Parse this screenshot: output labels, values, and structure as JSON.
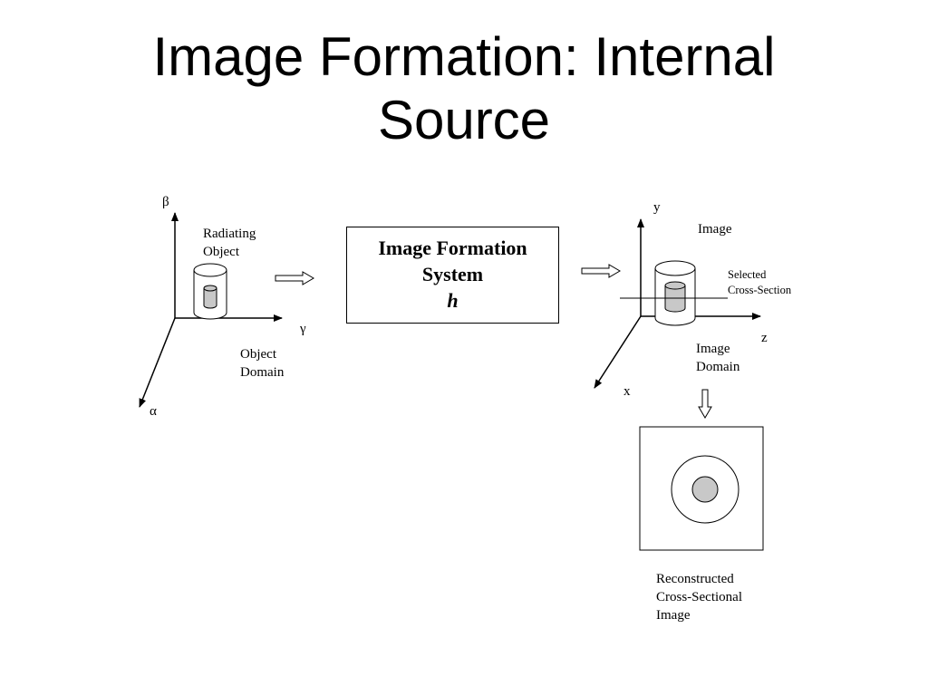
{
  "slide": {
    "title_line1": "Image Formation: Internal",
    "title_line2": "Source"
  },
  "object_side": {
    "axis_beta": "β",
    "axis_gamma": "γ",
    "axis_alpha": "α",
    "object_label_line1": "Radiating",
    "object_label_line2": "Object",
    "domain_label_line1": "Object",
    "domain_label_line2": "Domain"
  },
  "system": {
    "line1": "Image Formation",
    "line2": "System",
    "symbol": "h"
  },
  "image_side": {
    "axis_y": "y",
    "axis_z": "z",
    "axis_x": "x",
    "image_label": "Image",
    "section_label_line1": "Selected",
    "section_label_line2": "Cross-Section",
    "domain_label_line1": "Image",
    "domain_label_line2": "Domain"
  },
  "reconstruction": {
    "label_line1": "Reconstructed",
    "label_line2": "Cross-Sectional",
    "label_line3": "Image"
  },
  "colors": {
    "inner_fill": "#c8c8c8",
    "stroke": "#000000"
  }
}
